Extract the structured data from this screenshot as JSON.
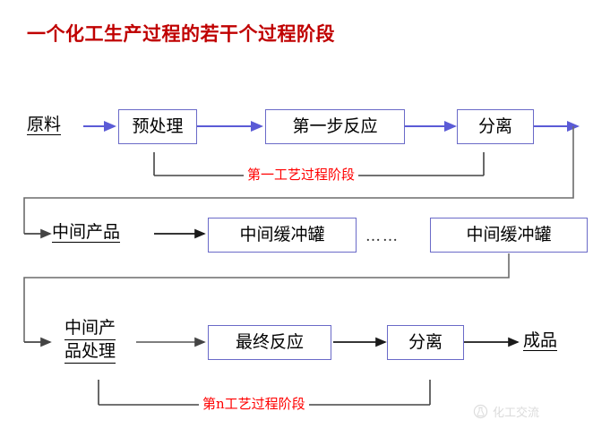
{
  "title": "一个化工生产过程的若干个过程阶段",
  "colors": {
    "title_red": "#c00000",
    "caption_red": "#ff0000",
    "box_border_blue": "#6a6ac8",
    "arrow_blue": "#5b5bd6",
    "arrow_black": "#1a1a1a",
    "connector_gray": "#6b6b6b",
    "background": "#ffffff"
  },
  "row1": {
    "input_label": "原料",
    "boxes": [
      {
        "label": "预处理"
      },
      {
        "label": "第一步反应"
      },
      {
        "label": "分离"
      }
    ],
    "stage_caption": "第一工艺过程阶段"
  },
  "row2": {
    "input_label": "中间产品",
    "boxes": [
      {
        "label": "中间缓冲罐"
      },
      {
        "label": "中间缓冲罐"
      }
    ],
    "ellipsis": "……"
  },
  "row3": {
    "input_label_line1": "中间产",
    "input_label_line2": "品处理",
    "boxes": [
      {
        "label": "最终反应"
      },
      {
        "label": "分离"
      }
    ],
    "output_label": "成品",
    "stage_caption": "第n工艺过程阶段"
  },
  "watermark": {
    "text": "化工交流",
    "icon": "chemistry-flask-circle-icon"
  }
}
